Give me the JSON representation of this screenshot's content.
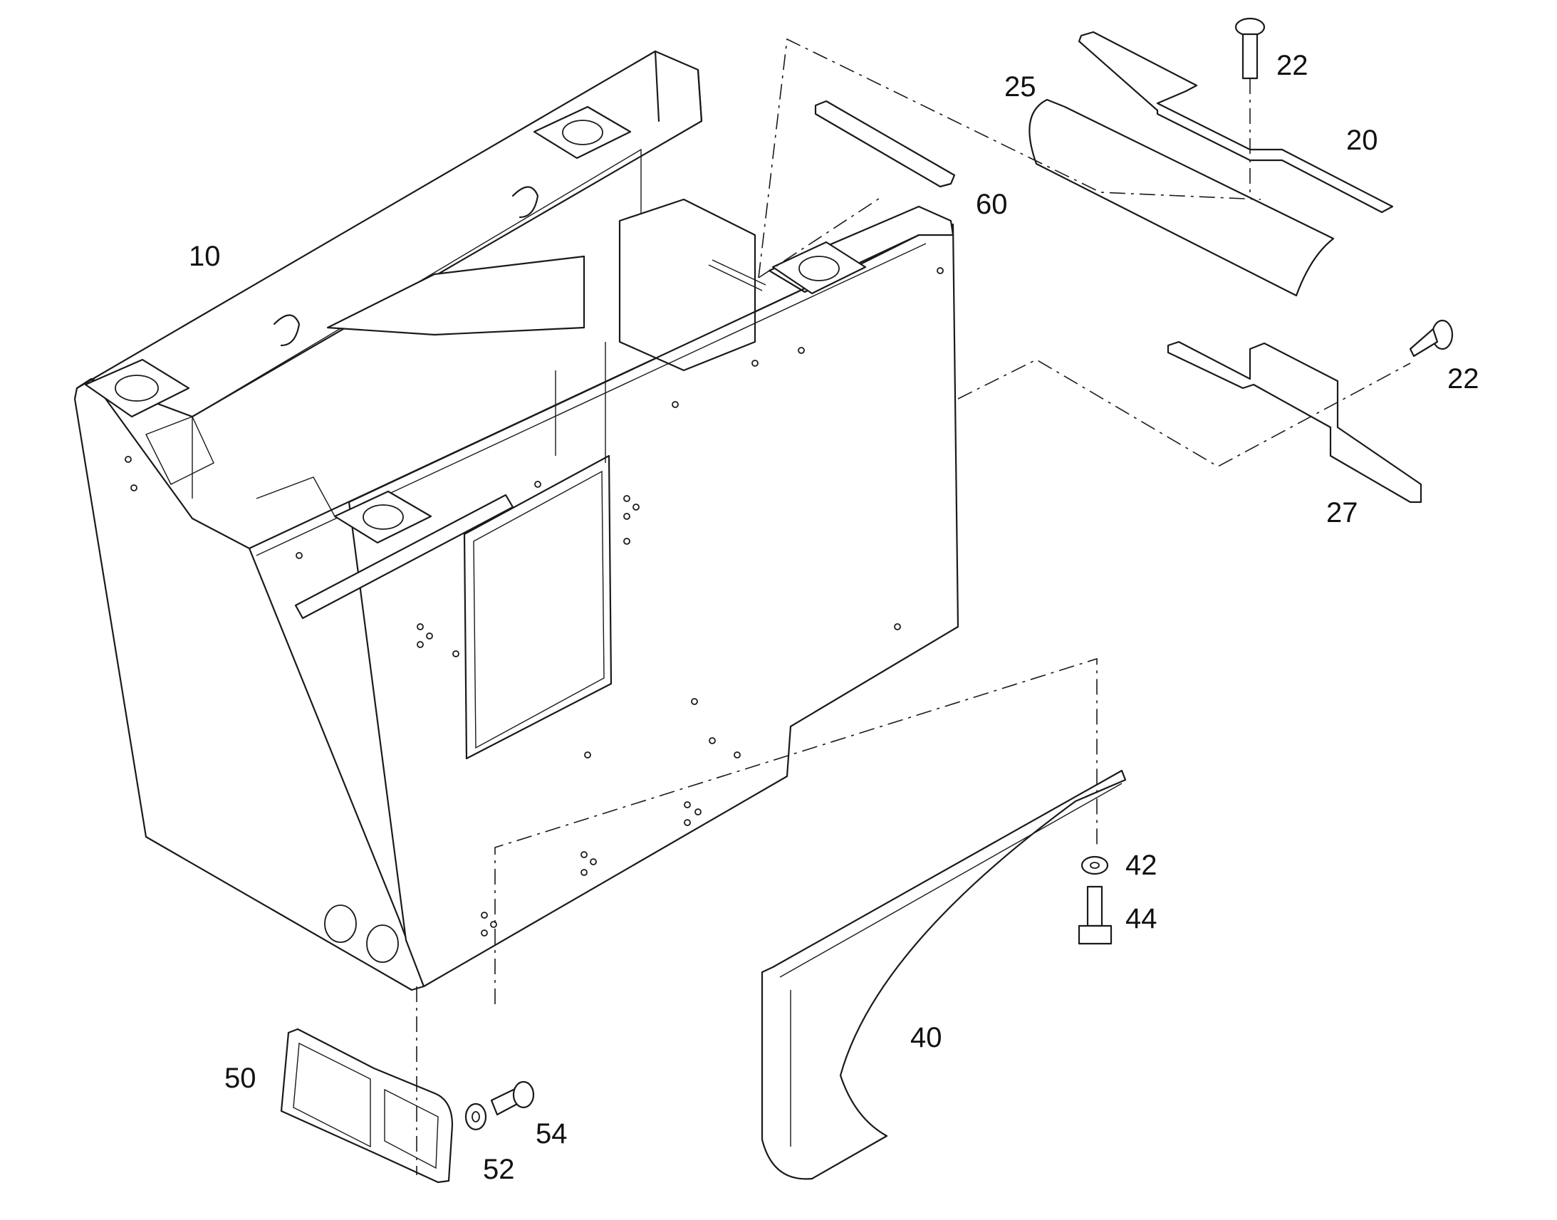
{
  "labels": {
    "l10": "10",
    "l20": "20",
    "l22a": "22",
    "l22b": "22",
    "l25": "25",
    "l27": "27",
    "l40": "40",
    "l42": "42",
    "l44": "44",
    "l50": "50",
    "l52": "52",
    "l54": "54",
    "l60": "60"
  }
}
